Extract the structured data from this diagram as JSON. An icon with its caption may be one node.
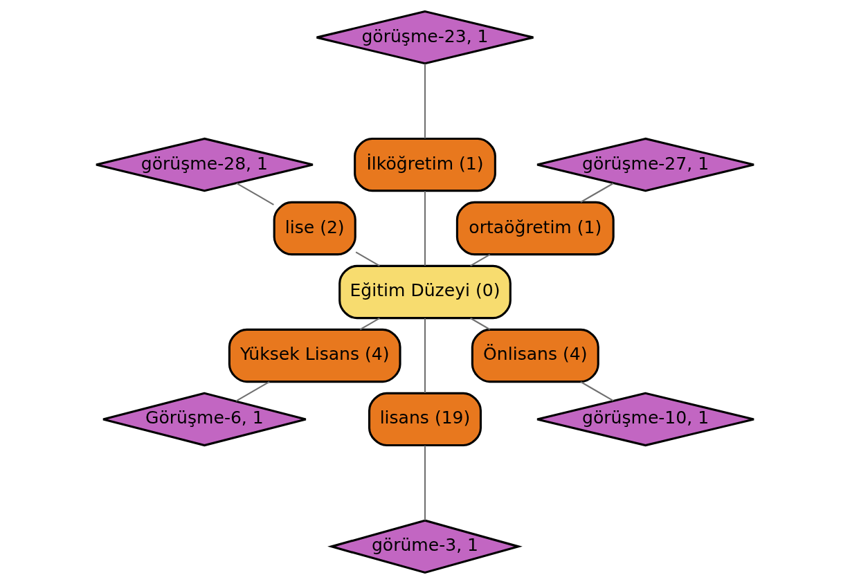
{
  "diagram": {
    "nodes": [
      {
        "text": [
          "görüşme-27, 1"
        ]
      },
      {
        "text": [
          "görüşme-23, 1"
        ]
      },
      {
        "text": [
          "ortaöğretim (1)"
        ]
      },
      {
        "text": [
          "İlköğretim (1)"
        ]
      },
      {
        "text": [
          "görüşme-28, 1"
        ]
      },
      {
        "text": [
          "lise (2)"
        ]
      },
      {
        "text": [
          "Eğitim Düzeyi (0)"
        ]
      },
      {
        "text": [
          "Yüksek Lisans (4)"
        ]
      },
      {
        "text": [
          "Görüşme-6, 1"
        ]
      },
      {
        "text": [
          "lisans (19)"
        ]
      },
      {
        "text": [
          "Önlisans (4)"
        ]
      },
      {
        "text": [
          "görüme-3, 1"
        ]
      },
      {
        "text": [
          "görüşme-10, 1"
        ]
      }
    ],
    "edges": [
      {
        "from": 6,
        "to": 2,
        "arrow": "none"
      },
      {
        "from": 6,
        "to": 3,
        "arrow": "none"
      },
      {
        "from": 6,
        "to": 5,
        "arrow": "none"
      },
      {
        "from": 6,
        "to": 7,
        "arrow": "none"
      },
      {
        "from": 6,
        "to": 9,
        "arrow": "none"
      },
      {
        "from": 6,
        "to": 10,
        "arrow": "none"
      },
      {
        "from": 2,
        "to": 0,
        "arrow": "none"
      },
      {
        "from": 3,
        "to": 1,
        "arrow": "none"
      },
      {
        "from": 5,
        "to": 4,
        "arrow": "none"
      },
      {
        "from": 7,
        "to": 8,
        "arrow": "none"
      },
      {
        "from": 9,
        "to": 11,
        "arrow": "none"
      },
      {
        "from": 10,
        "to": 12,
        "arrow": "none"
      }
    ]
  }
}
